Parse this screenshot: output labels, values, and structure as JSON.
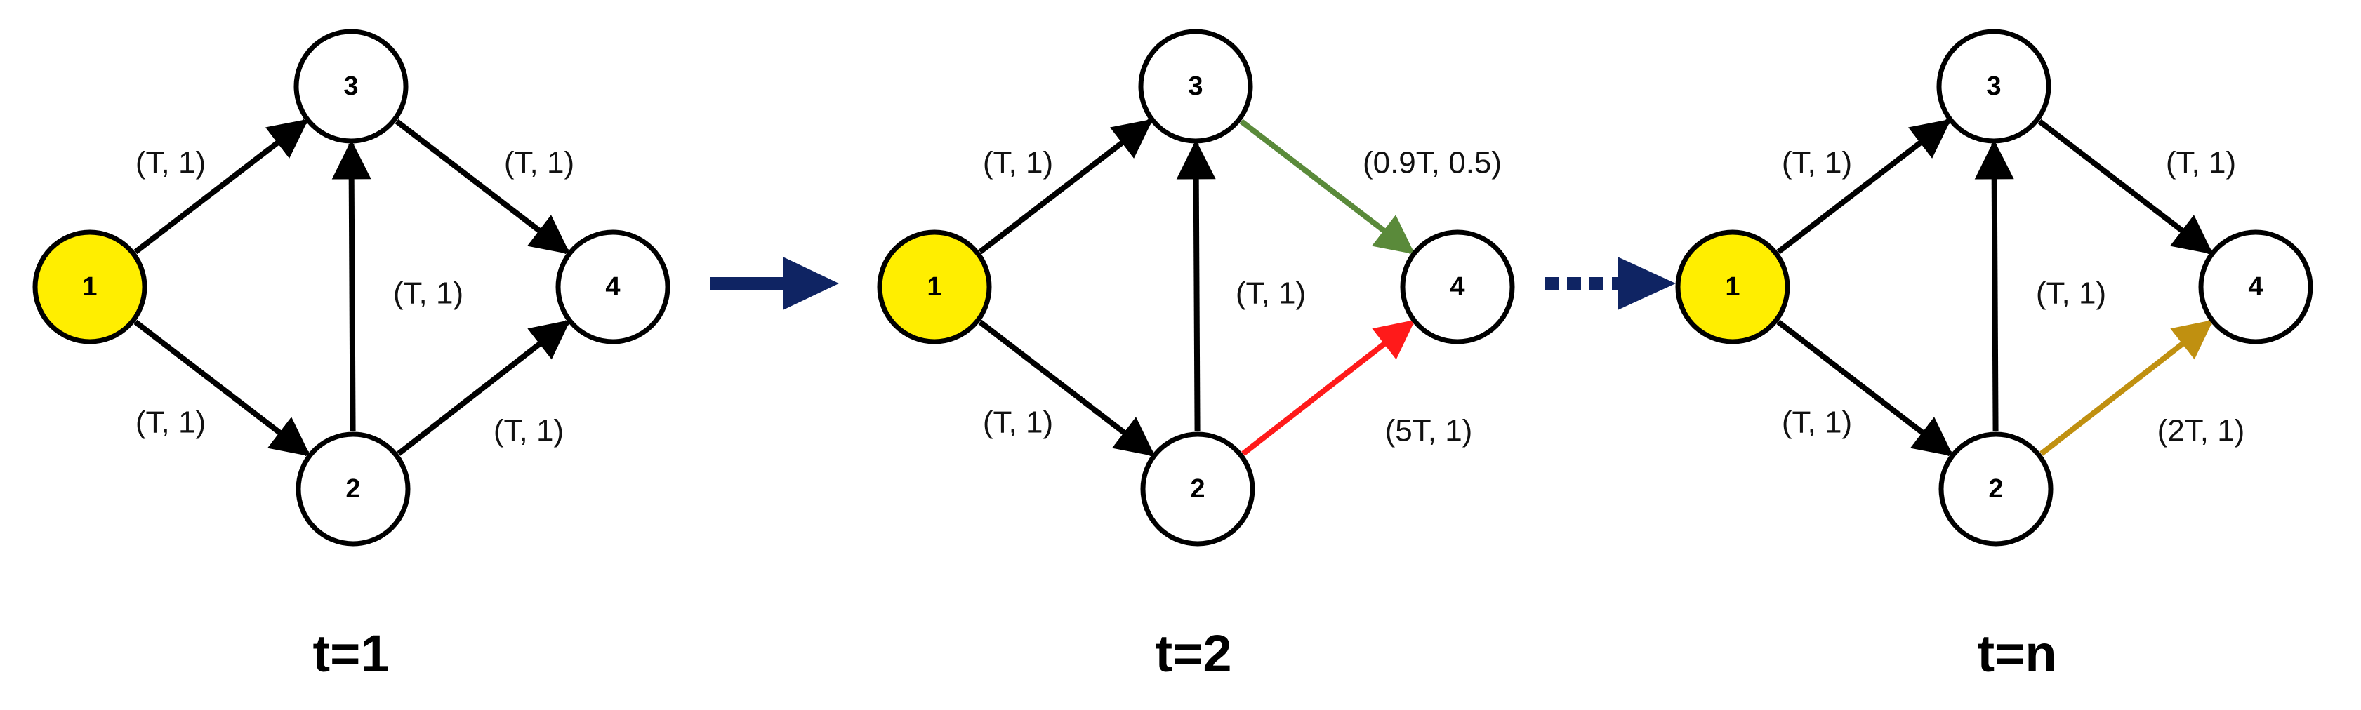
{
  "colors": {
    "default_edge": "#000000",
    "source_node": "#ffee00",
    "transition_arrow": "#0f2463"
  },
  "panels": [
    {
      "time_label": "t=1",
      "nodes": [
        {
          "id": "1",
          "label": "1",
          "source": true
        },
        {
          "id": "2",
          "label": "2",
          "source": false
        },
        {
          "id": "3",
          "label": "3",
          "source": false
        },
        {
          "id": "4",
          "label": "4",
          "source": false
        }
      ],
      "edges": [
        {
          "from": "1",
          "to": "3",
          "label": "(T, 1)",
          "color": "#000000"
        },
        {
          "from": "1",
          "to": "2",
          "label": "(T, 1)",
          "color": "#000000"
        },
        {
          "from": "2",
          "to": "3",
          "label": "(T, 1)",
          "color": "#000000"
        },
        {
          "from": "3",
          "to": "4",
          "label": "(T, 1)",
          "color": "#000000"
        },
        {
          "from": "2",
          "to": "4",
          "label": "(T, 1)",
          "color": "#000000"
        }
      ]
    },
    {
      "time_label": "t=2",
      "nodes": [
        {
          "id": "1",
          "label": "1",
          "source": true
        },
        {
          "id": "2",
          "label": "2",
          "source": false
        },
        {
          "id": "3",
          "label": "3",
          "source": false
        },
        {
          "id": "4",
          "label": "4",
          "source": false
        }
      ],
      "edges": [
        {
          "from": "1",
          "to": "3",
          "label": "(T, 1)",
          "color": "#000000"
        },
        {
          "from": "1",
          "to": "2",
          "label": "(T, 1)",
          "color": "#000000"
        },
        {
          "from": "2",
          "to": "3",
          "label": "(T, 1)",
          "color": "#000000"
        },
        {
          "from": "3",
          "to": "4",
          "label": "(0.9T, 0.5)",
          "color": "#5a8a3a"
        },
        {
          "from": "2",
          "to": "4",
          "label": "(5T, 1)",
          "color": "#ff1a1a"
        }
      ]
    },
    {
      "time_label": "t=n",
      "nodes": [
        {
          "id": "1",
          "label": "1",
          "source": true
        },
        {
          "id": "2",
          "label": "2",
          "source": false
        },
        {
          "id": "3",
          "label": "3",
          "source": false
        },
        {
          "id": "4",
          "label": "4",
          "source": false
        }
      ],
      "edges": [
        {
          "from": "1",
          "to": "3",
          "label": "(T, 1)",
          "color": "#000000"
        },
        {
          "from": "1",
          "to": "2",
          "label": "(T, 1)",
          "color": "#000000"
        },
        {
          "from": "2",
          "to": "3",
          "label": "(T, 1)",
          "color": "#000000"
        },
        {
          "from": "3",
          "to": "4",
          "label": "(T, 1)",
          "color": "#000000"
        },
        {
          "from": "2",
          "to": "4",
          "label": "(2T, 1)",
          "color": "#c09010"
        }
      ]
    }
  ],
  "transitions": [
    {
      "style": "solid"
    },
    {
      "style": "dotted"
    }
  ]
}
